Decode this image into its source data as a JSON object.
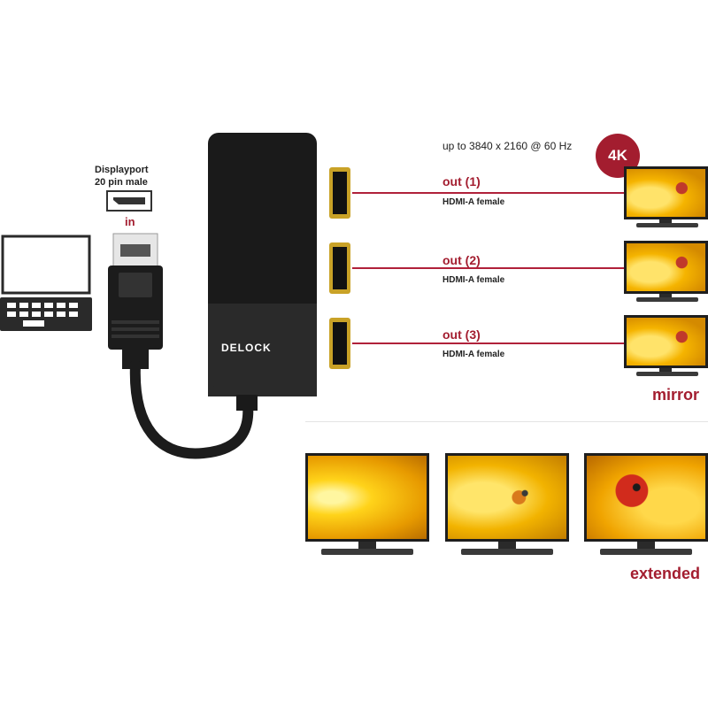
{
  "input": {
    "connector_label": "Displayport\n20 pin male",
    "connector_line1": "Displayport",
    "connector_line2": "20 pin male",
    "direction": "in"
  },
  "brand": "DELOCK",
  "resolution": "up to 3840 x 2160 @ 60 Hz",
  "badge": "4K",
  "outputs": [
    {
      "label": "out (1)",
      "type": "HDMI-A female"
    },
    {
      "label": "out (2)",
      "type": "HDMI-A female"
    },
    {
      "label": "out (3)",
      "type": "HDMI-A female"
    }
  ],
  "modes": {
    "mirror": "mirror",
    "extended": "extended"
  },
  "colors": {
    "accent": "#a31d2f",
    "device": "#1c1c1c"
  }
}
